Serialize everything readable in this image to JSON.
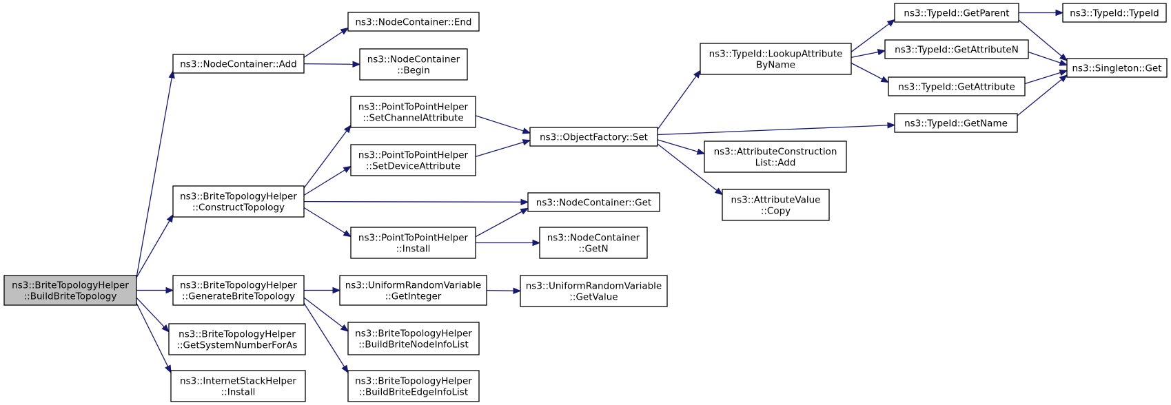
{
  "diagram": {
    "type": "call-graph",
    "nodes": [
      {
        "id": "root",
        "lines": [
          "ns3::BriteTopologyHelper",
          "::BuildBriteTopology"
        ],
        "highlighted": true
      },
      {
        "id": "nc_add",
        "lines": [
          "ns3::NodeContainer::Add"
        ]
      },
      {
        "id": "construct",
        "lines": [
          "ns3::BriteTopologyHelper",
          "::ConstructTopology"
        ]
      },
      {
        "id": "generate",
        "lines": [
          "ns3::BriteTopologyHelper",
          "::GenerateBriteTopology"
        ]
      },
      {
        "id": "sysnum",
        "lines": [
          "ns3::BriteTopologyHelper",
          "::GetSystemNumberForAs"
        ]
      },
      {
        "id": "inet_install",
        "lines": [
          "ns3::InternetStackHelper",
          "::Install"
        ]
      },
      {
        "id": "nc_end",
        "lines": [
          "ns3::NodeContainer::End"
        ]
      },
      {
        "id": "nc_begin",
        "lines": [
          "ns3::NodeContainer",
          "::Begin"
        ]
      },
      {
        "id": "p2p_chan",
        "lines": [
          "ns3::PointToPointHelper",
          "::SetChannelAttribute"
        ]
      },
      {
        "id": "p2p_dev",
        "lines": [
          "ns3::PointToPointHelper",
          "::SetDeviceAttribute"
        ]
      },
      {
        "id": "nc_get",
        "lines": [
          "ns3::NodeContainer::Get"
        ]
      },
      {
        "id": "p2p_install",
        "lines": [
          "ns3::PointToPointHelper",
          "::Install"
        ]
      },
      {
        "id": "urv_getint",
        "lines": [
          "ns3::UniformRandomVariable",
          "::GetInteger"
        ]
      },
      {
        "id": "node_info",
        "lines": [
          "ns3::BriteTopologyHelper",
          "::BuildBriteNodeInfoList"
        ]
      },
      {
        "id": "edge_info",
        "lines": [
          "ns3::BriteTopologyHelper",
          "::BuildBriteEdgeInfoList"
        ]
      },
      {
        "id": "of_set",
        "lines": [
          "ns3::ObjectFactory::Set"
        ]
      },
      {
        "id": "nc_getn",
        "lines": [
          "ns3::NodeContainer",
          "::GetN"
        ]
      },
      {
        "id": "urv_getval",
        "lines": [
          "ns3::UniformRandomVariable",
          "::GetValue"
        ]
      },
      {
        "id": "lookup",
        "lines": [
          "ns3::TypeId::LookupAttribute",
          "ByName"
        ]
      },
      {
        "id": "acl_add",
        "lines": [
          "ns3::AttributeConstruction",
          "List::Add"
        ]
      },
      {
        "id": "av_copy",
        "lines": [
          "ns3::AttributeValue",
          "::Copy"
        ]
      },
      {
        "id": "tid_getparent",
        "lines": [
          "ns3::TypeId::GetParent"
        ]
      },
      {
        "id": "tid_getattrn",
        "lines": [
          "ns3::TypeId::GetAttributeN"
        ]
      },
      {
        "id": "tid_getattr",
        "lines": [
          "ns3::TypeId::GetAttribute"
        ]
      },
      {
        "id": "tid_getname",
        "lines": [
          "ns3::TypeId::GetName"
        ]
      },
      {
        "id": "tid_typeid",
        "lines": [
          "ns3::TypeId::TypeId"
        ]
      },
      {
        "id": "singleton_get",
        "lines": [
          "ns3::Singleton::Get"
        ]
      }
    ],
    "edges": [
      {
        "from": "root",
        "to": "nc_add"
      },
      {
        "from": "root",
        "to": "construct"
      },
      {
        "from": "root",
        "to": "generate"
      },
      {
        "from": "root",
        "to": "sysnum"
      },
      {
        "from": "root",
        "to": "inet_install"
      },
      {
        "from": "nc_add",
        "to": "nc_end"
      },
      {
        "from": "nc_add",
        "to": "nc_begin"
      },
      {
        "from": "construct",
        "to": "p2p_chan"
      },
      {
        "from": "construct",
        "to": "p2p_dev"
      },
      {
        "from": "construct",
        "to": "nc_get"
      },
      {
        "from": "construct",
        "to": "p2p_install"
      },
      {
        "from": "generate",
        "to": "urv_getint"
      },
      {
        "from": "generate",
        "to": "node_info"
      },
      {
        "from": "generate",
        "to": "edge_info"
      },
      {
        "from": "p2p_chan",
        "to": "of_set"
      },
      {
        "from": "p2p_dev",
        "to": "of_set"
      },
      {
        "from": "p2p_install",
        "to": "nc_get"
      },
      {
        "from": "p2p_install",
        "to": "nc_getn"
      },
      {
        "from": "urv_getint",
        "to": "urv_getval"
      },
      {
        "from": "of_set",
        "to": "lookup"
      },
      {
        "from": "of_set",
        "to": "tid_getname"
      },
      {
        "from": "of_set",
        "to": "acl_add"
      },
      {
        "from": "of_set",
        "to": "av_copy"
      },
      {
        "from": "lookup",
        "to": "tid_getparent"
      },
      {
        "from": "lookup",
        "to": "tid_getattrn"
      },
      {
        "from": "lookup",
        "to": "tid_getattr"
      },
      {
        "from": "tid_getparent",
        "to": "tid_typeid"
      },
      {
        "from": "tid_getparent",
        "to": "singleton_get"
      },
      {
        "from": "tid_getattrn",
        "to": "singleton_get"
      },
      {
        "from": "tid_getattr",
        "to": "singleton_get"
      },
      {
        "from": "tid_getname",
        "to": "singleton_get"
      }
    ]
  }
}
